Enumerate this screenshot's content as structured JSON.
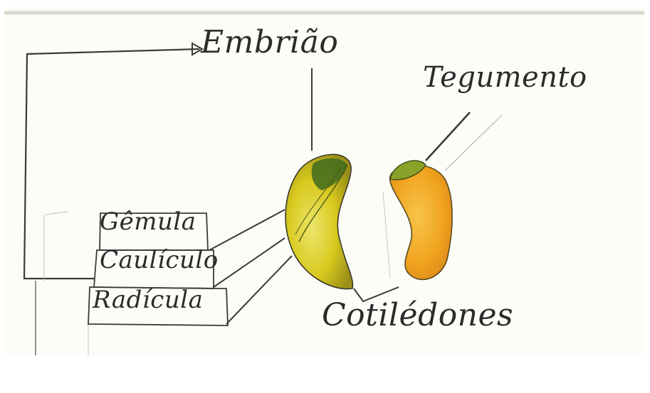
{
  "labels": {
    "embriao": "Embrião",
    "tegumento": "Tegumento",
    "gemula": "Gêmula",
    "caulicula": "Caulículo",
    "radicula": "Radícula",
    "cotiledones": "Cotilédones"
  },
  "colors": {
    "paper": "#fdfdf8",
    "ink": "#2b2b2b",
    "pencil": "#6b6b6b",
    "cotyledon_yellow": "#d9c91f",
    "cotyledon_dark": "#5c7a1e",
    "seed_orange": "#f0a21e",
    "seed_light": "#f7c54a"
  }
}
